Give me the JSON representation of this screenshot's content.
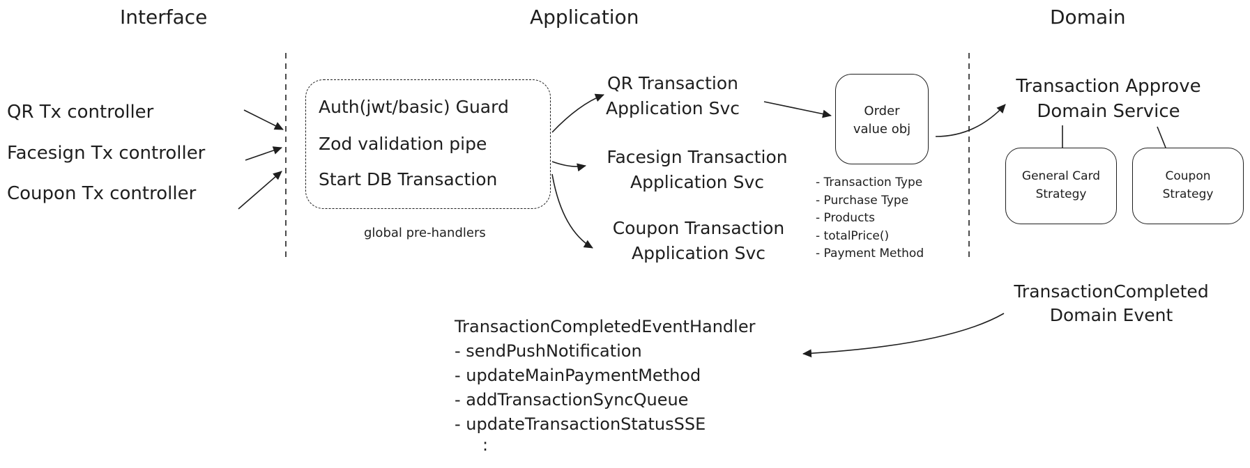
{
  "headings": {
    "interface": "Interface",
    "application": "Application",
    "domain": "Domain"
  },
  "controllers": [
    "QR Tx controller",
    "Facesign Tx controller",
    "Coupon Tx controller"
  ],
  "pre_handlers": {
    "items": [
      "Auth(jwt/basic) Guard",
      "Zod validation pipe",
      "Start DB Transaction"
    ],
    "caption": "global pre-handlers"
  },
  "app_services": [
    [
      "QR Transaction",
      "Application Svc"
    ],
    [
      "Facesign Transaction",
      "Application Svc"
    ],
    [
      "Coupon Transaction",
      "Application Svc"
    ]
  ],
  "order": {
    "label_line1": "Order",
    "label_line2": "value obj",
    "fields": [
      "- Transaction Type",
      "- Purchase Type",
      "- Products",
      "- totalPrice()",
      "- Payment Method"
    ]
  },
  "domain_service": {
    "line1": "Transaction Approve",
    "line2": "Domain Service"
  },
  "strategies": [
    [
      "General Card",
      "Strategy"
    ],
    [
      "Coupon",
      "Strategy"
    ]
  ],
  "domain_event": {
    "line1": "TransactionCompleted",
    "line2": "Domain Event"
  },
  "event_handler": {
    "title": "TransactionCompletedEventHandler",
    "items": [
      "- sendPushNotification",
      "- updateMainPaymentMethod",
      "- addTransactionSyncQueue",
      "- updateTransactionStatusSSE"
    ],
    "ellipsis": ":"
  },
  "colors": {
    "stroke": "#1e1e1e",
    "background": "#ffffff"
  }
}
